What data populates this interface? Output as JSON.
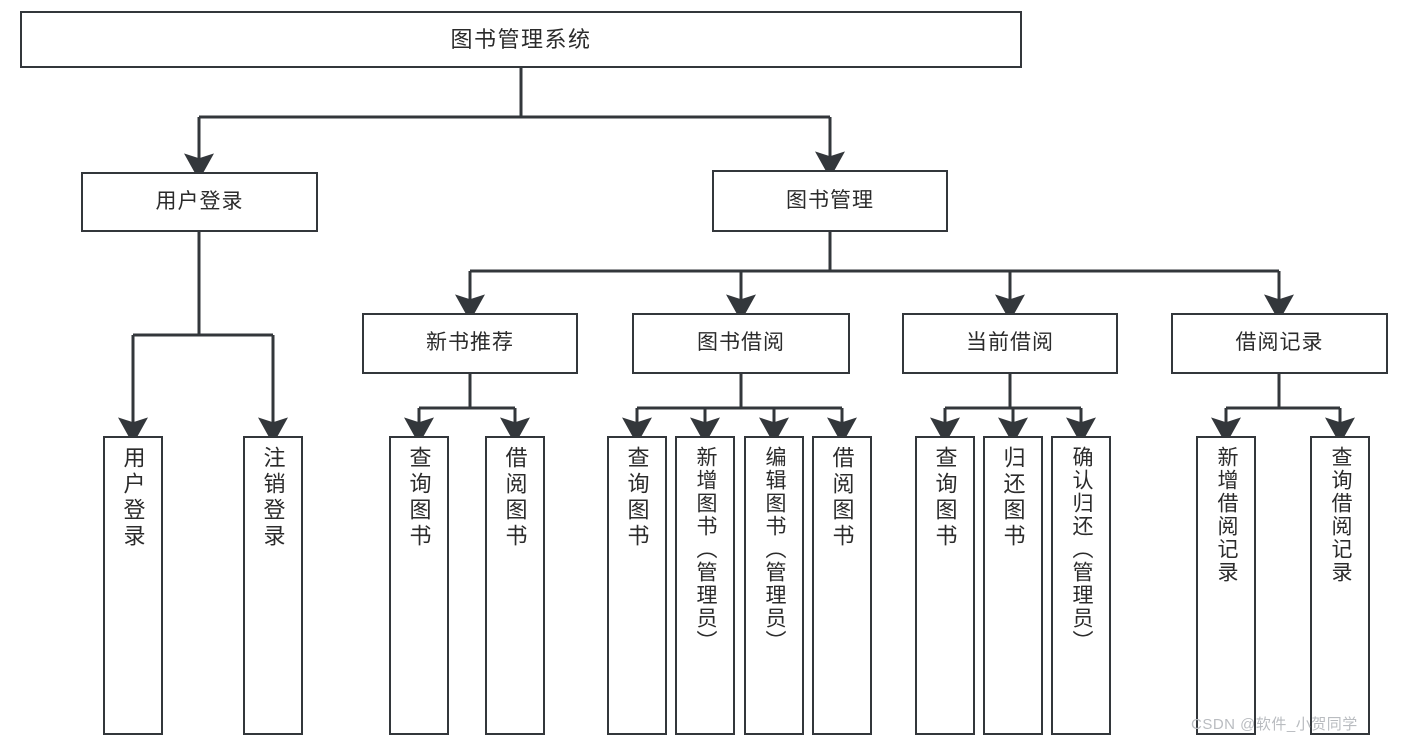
{
  "diagram": {
    "title": "图书管理系统",
    "type": "功能结构图",
    "watermark": "CSDN @软件_小贺同学",
    "line_color": "#33373b",
    "box_fill": "#ffffff",
    "text_color": "#2b2b2b"
  },
  "nodes": {
    "root": {
      "label": "图书管理系统"
    },
    "level1": [
      {
        "label": "用户登录"
      },
      {
        "label": "图书管理"
      }
    ],
    "level2": [
      {
        "label": "新书推荐"
      },
      {
        "label": "图书借阅"
      },
      {
        "label": "当前借阅"
      },
      {
        "label": "借阅记录"
      }
    ],
    "leaves": {
      "user_login": [
        {
          "label": "用户登录"
        },
        {
          "label": "注销登录"
        }
      ],
      "new_book": [
        {
          "label": "查询图书"
        },
        {
          "label": "借阅图书"
        }
      ],
      "book_borrow": [
        {
          "label": "查询图书"
        },
        {
          "label": "新增图书（管理员）"
        },
        {
          "label": "编辑图书（管理员）"
        },
        {
          "label": "借阅图书"
        }
      ],
      "current_borrow": [
        {
          "label": "查询图书"
        },
        {
          "label": "归还图书"
        },
        {
          "label": "确认归还（管理员）"
        }
      ],
      "borrow_record": [
        {
          "label": "新增借阅记录"
        },
        {
          "label": "查询借阅记录"
        }
      ]
    }
  }
}
